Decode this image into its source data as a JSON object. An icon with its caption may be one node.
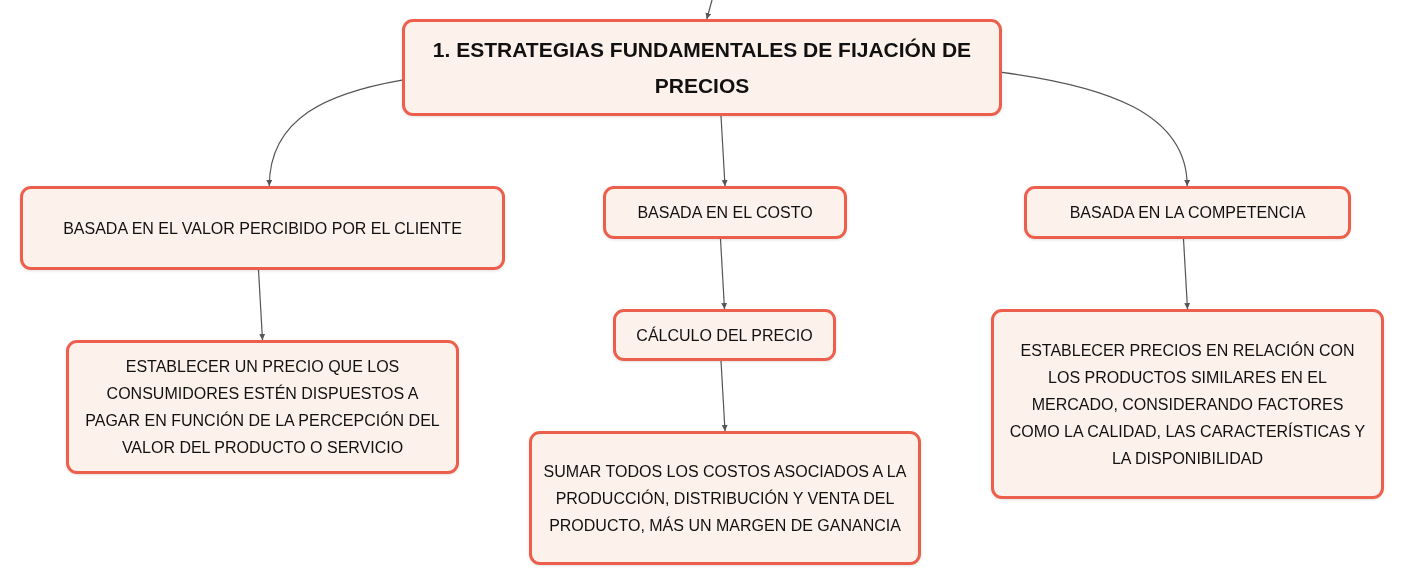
{
  "diagram": {
    "nodes": [
      {
        "text": [
          "1. ESTRATEGIAS FUNDAMENTALES DE FIJACIÓN DE PRECIOS"
        ]
      },
      {
        "text": [
          "BASADA EN EL VALOR PERCIBIDO POR EL CLIENTE"
        ]
      },
      {
        "text": [
          "BASADA EN EL COSTO"
        ]
      },
      {
        "text": [
          "BASADA EN LA COMPETENCIA"
        ]
      },
      {
        "text": [
          "ESTABLECER UN PRECIO QUE LOS CONSUMIDORES ESTÉN DISPUESTOS A PAGAR EN FUNCIÓN DE LA PERCEPCIÓN DEL VALOR DEL PRODUCTO O SERVICIO"
        ]
      },
      {
        "text": [
          "CÁLCULO DEL PRECIO"
        ]
      },
      {
        "text": [
          "SUMAR TODOS LOS COSTOS ASOCIADOS A LA PRODUCCIÓN, DISTRIBUCIÓN Y VENTA DEL PRODUCTO, MÁS UN MARGEN DE GANANCIA"
        ]
      },
      {
        "text": [
          "ESTABLECER PRECIOS EN RELACIÓN CON LOS PRODUCTOS SIMILARES EN EL MERCADO, CONSIDERANDO FACTORES COMO LA CALIDAD, LAS CARACTERÍSTICAS Y LA DISPONIBILIDAD"
        ]
      }
    ],
    "edges": [
      {
        "from": null,
        "to": 0,
        "arrow": "to"
      },
      {
        "from": 0,
        "to": 1,
        "arrow": "to"
      },
      {
        "from": 0,
        "to": 2,
        "arrow": "to"
      },
      {
        "from": 0,
        "to": 3,
        "arrow": "to"
      },
      {
        "from": 1,
        "to": 4,
        "arrow": "to"
      },
      {
        "from": 2,
        "to": 5,
        "arrow": "to"
      },
      {
        "from": 5,
        "to": 6,
        "arrow": "to"
      },
      {
        "from": 3,
        "to": 7,
        "arrow": "to"
      }
    ]
  }
}
